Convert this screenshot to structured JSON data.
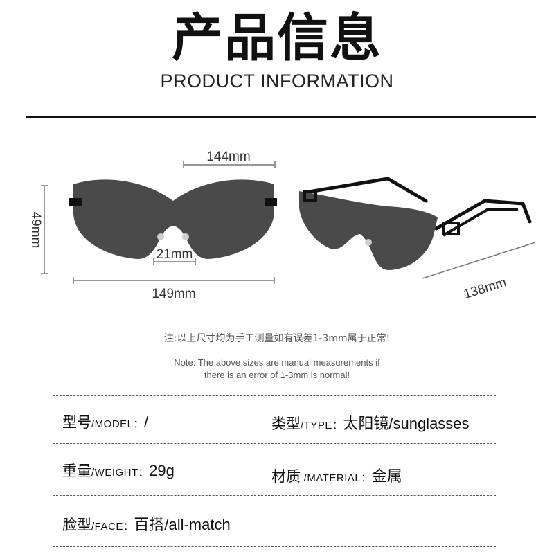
{
  "header": {
    "title_cn": "产品信息",
    "title_en": "PRODUCT INFORMATION"
  },
  "dimensions": {
    "total_width": "144mm",
    "lens_height": "49mm",
    "bridge": "21mm",
    "frame_width": "149mm",
    "temple_length": "138mm"
  },
  "notes": {
    "cn": "注:以上尺寸均为手工测量如有误差1-3mm属于正常!",
    "en_line1": "Note: The above sizes are manual measurements if",
    "en_line2": "there is an error of 1-3mm is normal!"
  },
  "specs": {
    "model": {
      "label_cn": "型号",
      "label_en": "/MODEL：",
      "value": "/"
    },
    "type": {
      "label_cn": "类型",
      "label_en": "/TYPE：",
      "value": "太阳镜/sunglasses"
    },
    "weight": {
      "label_cn": "重量",
      "label_en": "/WEIGHT：",
      "value": "29g"
    },
    "material": {
      "label_cn": "材质",
      "label_en": " /MATERIAL：",
      "value": "金属"
    },
    "face": {
      "label_cn": "脸型",
      "label_en": "/FACE：",
      "value": "百搭/all-match"
    }
  },
  "colors": {
    "lens": "#4a4a4a",
    "frame": "#111111",
    "dim_line": "#777777"
  }
}
